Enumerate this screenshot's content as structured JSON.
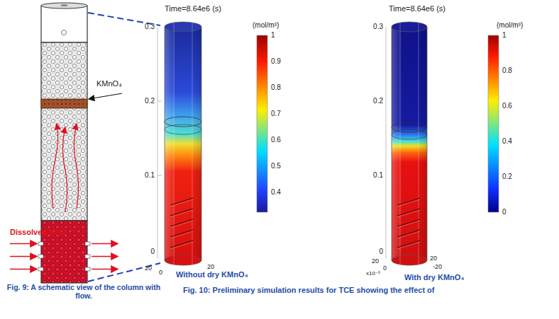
{
  "diagram": {
    "labels": [
      "KMnO₄",
      "Dissolved VOC",
      "Fig. 9: A schematic view of the column with flow.",
      "Time=8.64e6 (s)",
      "0.3",
      "0.2",
      "0.1",
      "0",
      "20",
      "0",
      "20",
      "(mol/m³)",
      "1",
      "0.9",
      "0.8",
      "0.7",
      "0.6",
      "0.5",
      "0.4",
      "Without dry KMnO₄",
      "Time=8.64e6 (s)",
      "0.3",
      "0.2",
      "0.1",
      "0",
      "20",
      "0",
      "x10⁻³",
      "-20",
      "20",
      "(mol/m³)",
      "1",
      "0.8",
      "0.6",
      "0.4",
      "0.2",
      "0",
      "With dry KMnO₄",
      "Fig. 10: Preliminary simulation results for TCE showing the effect of"
    ]
  }
}
